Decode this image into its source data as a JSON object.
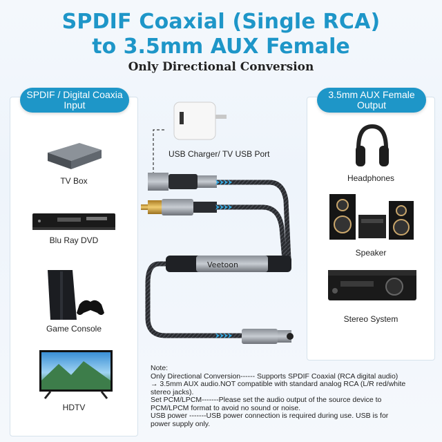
{
  "title_line1": "SPDIF Coaxial (Single RCA)",
  "title_line2": "to 3.5mm AUX Female",
  "subtitle": "Only Directional Conversion",
  "left_panel": {
    "header": "SPDIF / Digital Coaxia Input",
    "devices": [
      "TV Box",
      "Blu Ray DVD",
      "Game Console",
      "HDTV"
    ]
  },
  "right_panel": {
    "header": "3.5mm AUX Female Output",
    "devices": [
      "Headphones",
      "Speaker",
      "Stereo System"
    ]
  },
  "usb_label": "USB Charger/ TV USB Port",
  "brand": "Veetoon",
  "notes": [
    "Note:",
    "Only Directional Conversion------ Supports SPDIF Coaxial (RCA digital audio)",
    "→ 3.5mm AUX audio.NOT compatible with standard analog RCA (L/R red/white",
    "stereo jacks).",
    "Set PCM/LPCM-------Please set the audio output of the source device to",
    "PCM/LPCM format to avoid no sound or noise.",
    "USB power -------USB power connection is required during use. USB is for",
    "power supply only."
  ],
  "colors": {
    "accent": "#1e96c8",
    "arrow": "#35a8e0"
  }
}
